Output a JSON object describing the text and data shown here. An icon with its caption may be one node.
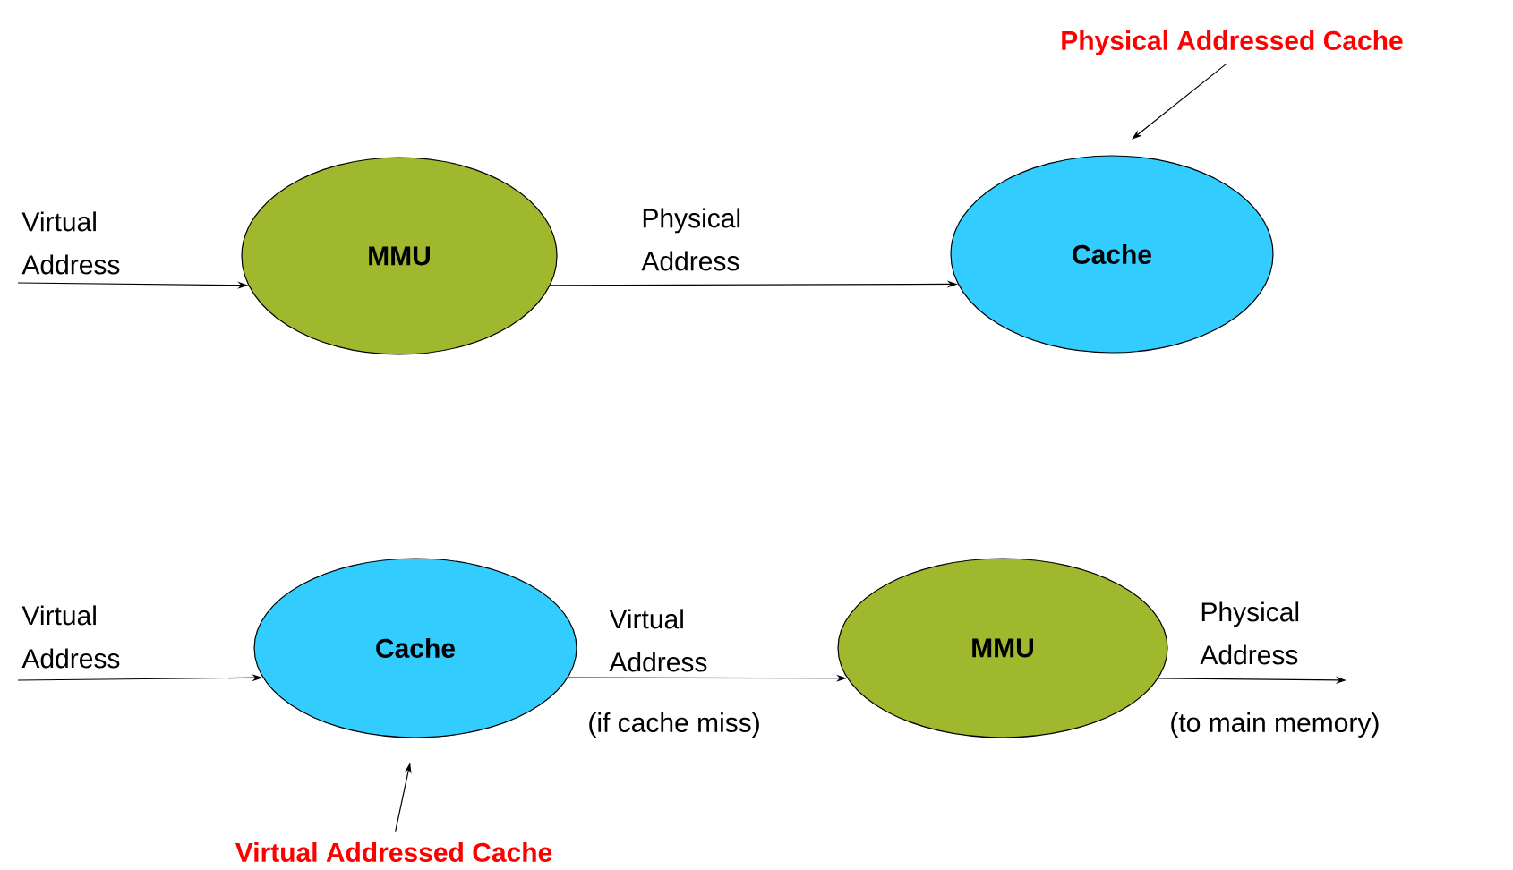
{
  "diagram": {
    "nodes": [
      {
        "text": [
          "MMU"
        ]
      },
      {
        "text": [
          "Cache"
        ]
      },
      {
        "text": [
          "Physical Addressed Cache"
        ]
      },
      {
        "text": [
          "Cache"
        ]
      },
      {
        "text": [
          "MMU"
        ]
      },
      {
        "text": [
          "Virtual Addressed Cache"
        ]
      }
    ],
    "edges": [
      {
        "from": null,
        "to": 0,
        "arrow": "to",
        "label": "Virtual Address"
      },
      {
        "from": 0,
        "to": 1,
        "arrow": "to",
        "label": "Physical Address"
      },
      {
        "from": 2,
        "to": 1,
        "arrow": "to"
      },
      {
        "from": null,
        "to": 3,
        "arrow": "to",
        "label": "Virtual Address"
      },
      {
        "from": 3,
        "to": 4,
        "arrow": "to",
        "label": "Virtual Address"
      },
      {
        "from": 4,
        "to": null,
        "arrow": "to",
        "label": "Physical Address"
      },
      {
        "from": 5,
        "to": 3,
        "arrow": "to"
      }
    ],
    "labels": [
      "(if cache miss)",
      "(to main memory)"
    ]
  }
}
